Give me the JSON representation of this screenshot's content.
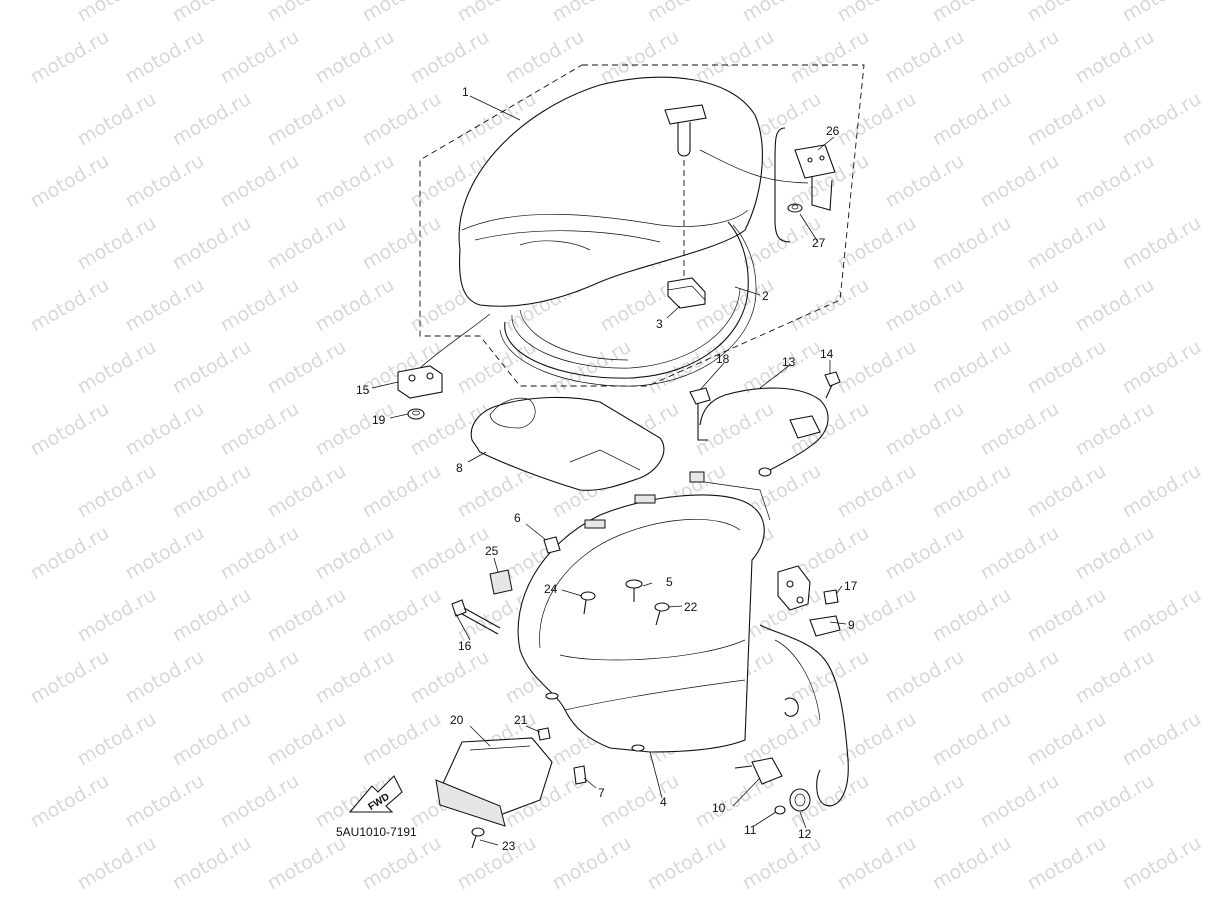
{
  "watermark": "motod.ru",
  "diagram_code": "5AU1010-7191",
  "fwd_label": "FWD",
  "callouts": [
    {
      "id": "1",
      "label": "1"
    },
    {
      "id": "2",
      "label": "2"
    },
    {
      "id": "3",
      "label": "3"
    },
    {
      "id": "4",
      "label": "4"
    },
    {
      "id": "5",
      "label": "5"
    },
    {
      "id": "6",
      "label": "6"
    },
    {
      "id": "7",
      "label": "7"
    },
    {
      "id": "8",
      "label": "8"
    },
    {
      "id": "9",
      "label": "9"
    },
    {
      "id": "10",
      "label": "10"
    },
    {
      "id": "11",
      "label": "11"
    },
    {
      "id": "12",
      "label": "12"
    },
    {
      "id": "13",
      "label": "13"
    },
    {
      "id": "14",
      "label": "14"
    },
    {
      "id": "15",
      "label": "15"
    },
    {
      "id": "16",
      "label": "16"
    },
    {
      "id": "17",
      "label": "17"
    },
    {
      "id": "18",
      "label": "18"
    },
    {
      "id": "19",
      "label": "19"
    },
    {
      "id": "20",
      "label": "20"
    },
    {
      "id": "21",
      "label": "21"
    },
    {
      "id": "22",
      "label": "22"
    },
    {
      "id": "23",
      "label": "23"
    },
    {
      "id": "24",
      "label": "24"
    },
    {
      "id": "25",
      "label": "25"
    },
    {
      "id": "26",
      "label": "26"
    },
    {
      "id": "27",
      "label": "27"
    }
  ]
}
